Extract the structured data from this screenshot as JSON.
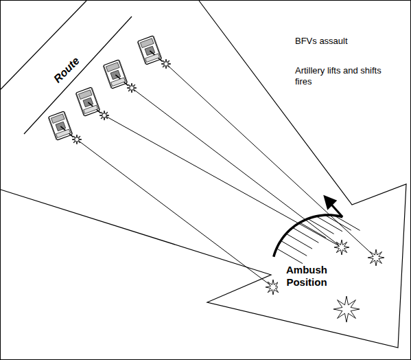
{
  "diagram": {
    "labels": [
      "Route",
      "BFVs assault",
      "Artillery lifts and shifts fires",
      "Ambush Position"
    ]
  }
}
